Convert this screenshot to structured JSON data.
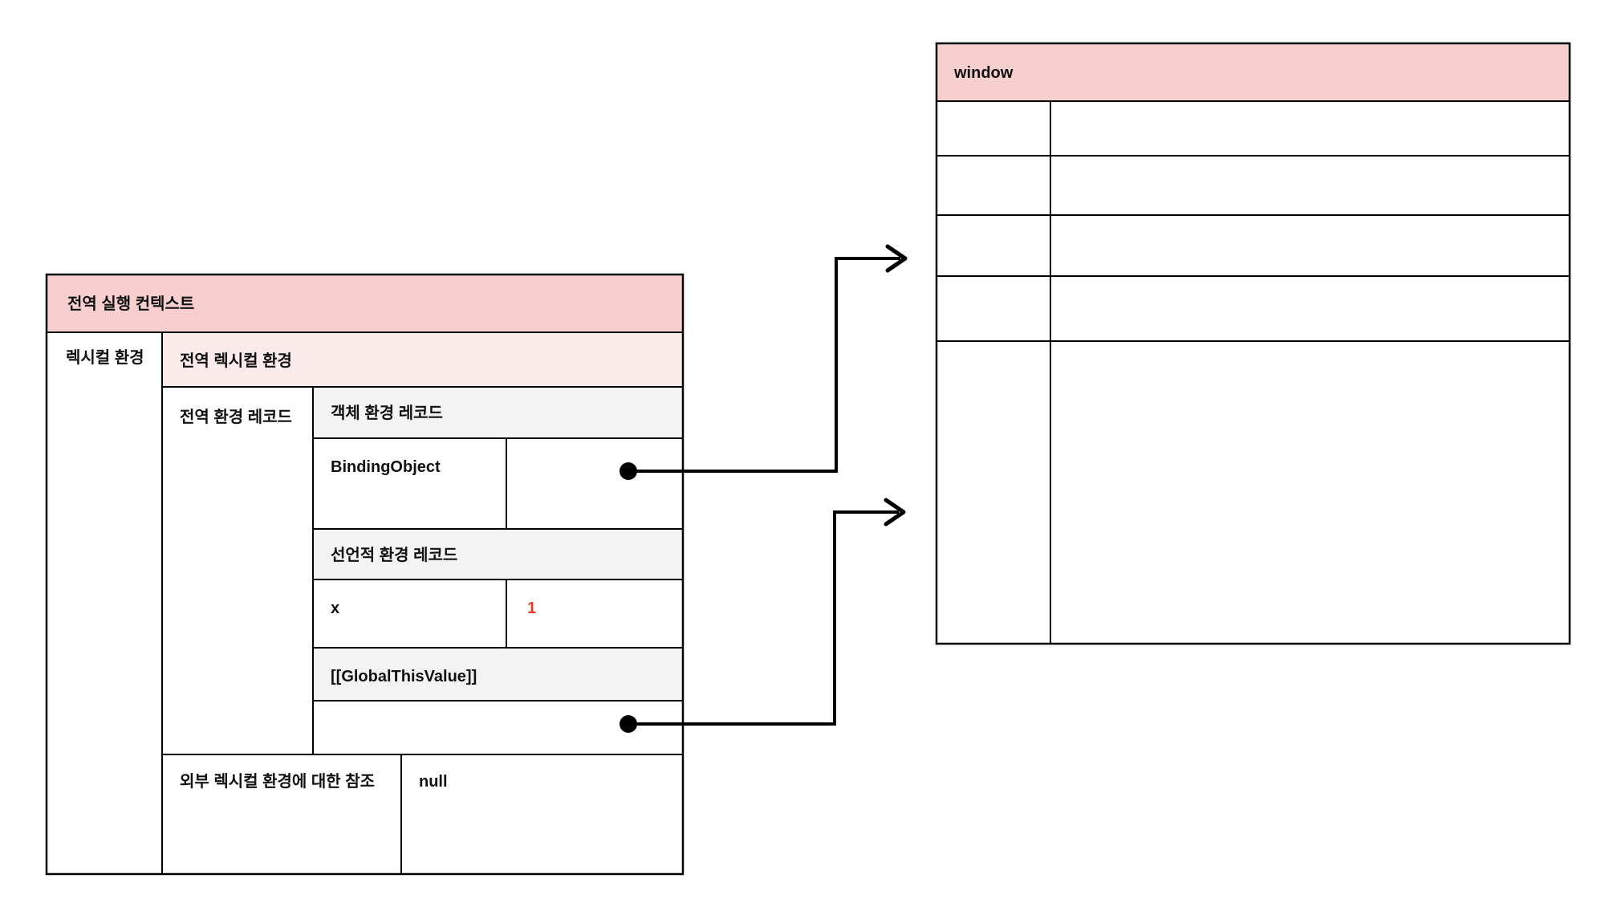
{
  "colors": {
    "header_pink": "#F8CFCF",
    "subheader_pink": "#FCEBEB",
    "record_gray": "#F3F3F3",
    "value_red": "#E8382E",
    "line_black": "#000000"
  },
  "execution_context": {
    "title": "전역 실행 컨텍스트",
    "lexical_environment": "렉시컬 환경",
    "global_lexical_environment": "전역 렉시컬 환경",
    "global_environment_record": "전역 환경 레코드",
    "object_environment_record": "객체 환경 레코드",
    "binding_object": "BindingObject",
    "declarative_environment_record": "선언적 환경 레코드",
    "variable": {
      "name": "x",
      "value": "1"
    },
    "global_this_value": "[[GlobalThisValue]]",
    "outer_reference_label": "외부 렉시컬 환경에 대한 참조",
    "outer_reference_value": "null"
  },
  "window_object": {
    "title": "window",
    "rows": [
      {
        "key": "",
        "value": ""
      },
      {
        "key": "",
        "value": ""
      },
      {
        "key": "",
        "value": ""
      },
      {
        "key": "",
        "value": ""
      },
      {
        "key": "",
        "value": ""
      }
    ]
  }
}
